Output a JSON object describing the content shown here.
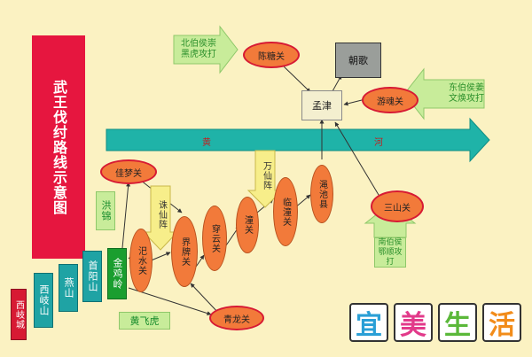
{
  "title": "武王伐纣路线示意图",
  "river": {
    "left": "黄",
    "right": "河"
  },
  "route": [
    {
      "id": "xiqicheng",
      "label": "西岐城"
    },
    {
      "id": "xiqishan",
      "label": "西岐山"
    },
    {
      "id": "yanshan",
      "label": "燕山"
    },
    {
      "id": "shouyangshan",
      "label": "首阳山"
    },
    {
      "id": "jinjiling",
      "label": "金鸡岭"
    },
    {
      "id": "sishuiguan",
      "label": "汜水关"
    },
    {
      "id": "jiepaiguan",
      "label": "界牌关"
    },
    {
      "id": "chuanyunguan",
      "label": "穿云关"
    },
    {
      "id": "tongguan",
      "label": "潼关"
    },
    {
      "id": "lintongguan",
      "label": "临潼关"
    },
    {
      "id": "mianchixian",
      "label": "渑池县"
    },
    {
      "id": "mengjin",
      "label": "孟津"
    },
    {
      "id": "chaoge",
      "label": "朝歌"
    }
  ],
  "side_nodes": [
    {
      "id": "jiamengguan",
      "label": "佳梦关"
    },
    {
      "id": "qinglongguan",
      "label": "青龙关"
    },
    {
      "id": "chentangguan",
      "label": "陈糖关"
    },
    {
      "id": "youhunguan",
      "label": "游魂关"
    },
    {
      "id": "sanshanguan",
      "label": "三山关"
    }
  ],
  "formations": [
    {
      "id": "zhuxianzhen",
      "label": "诛仙阵"
    },
    {
      "id": "wanxianzhen",
      "label": "万仙阵"
    }
  ],
  "generals": [
    {
      "id": "honghu",
      "label": "洪锦"
    },
    {
      "id": "huangfeihu",
      "label": "黄飞虎"
    }
  ],
  "attacks": [
    {
      "id": "north",
      "label": "北伯侯崇黑虎攻打"
    },
    {
      "id": "east",
      "label": "东伯侯姜文焕攻打"
    },
    {
      "id": "south",
      "label": "南伯侯鄂顺攻打"
    }
  ],
  "logo": [
    "宜",
    "美",
    "生",
    "活"
  ],
  "colors": {
    "background": "#fbf2c2",
    "river": "#1fb3a8",
    "title_bg": "#e6163f",
    "oval": "#f27a3a",
    "route_box": "#1fa3a4"
  }
}
